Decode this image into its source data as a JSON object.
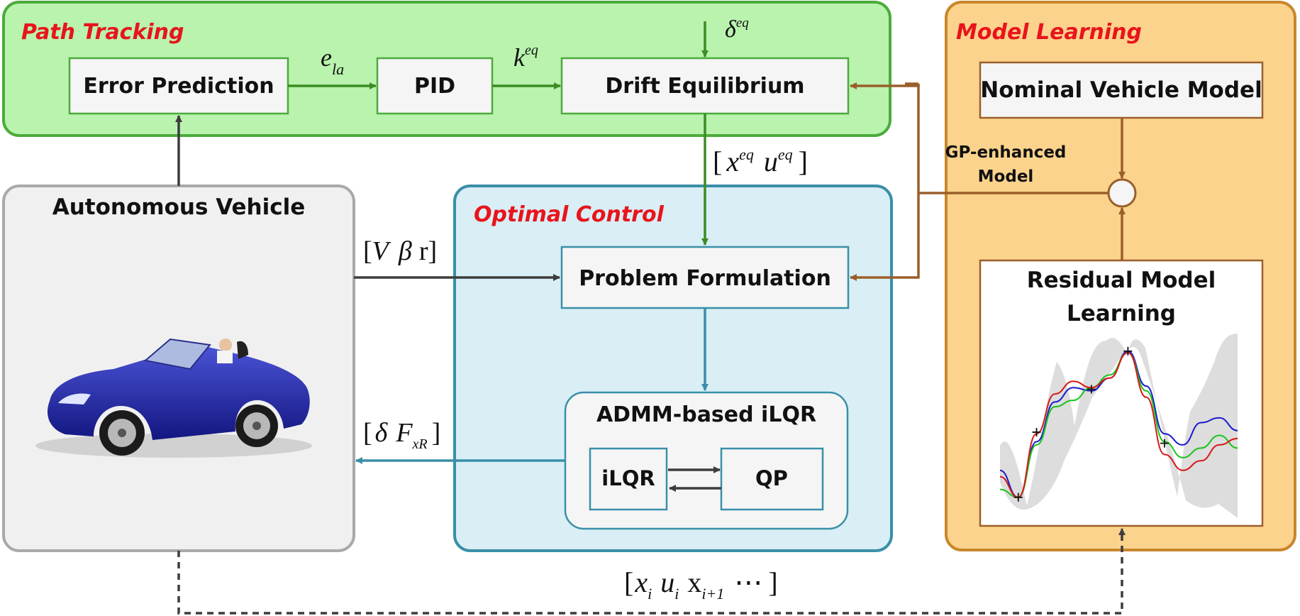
{
  "path_tracking": {
    "title": "Path Tracking",
    "error_prediction": "Error Prediction",
    "pid": "PID",
    "drift_equilibrium": "Drift Equilibrium",
    "label_e": "e",
    "label_e_sub": "la",
    "label_k": "k",
    "label_k_sup": "eq",
    "label_delta": "δ",
    "label_delta_sup": "eq"
  },
  "optimal_control": {
    "title": "Optimal Control",
    "problem_formulation": "Problem Formulation",
    "admm_ilqr": "ADMM-based iLQR",
    "ilqr": "iLQR",
    "qp": "QP"
  },
  "model_learning": {
    "title": "Model Learning",
    "nominal_model": "Nominal Vehicle Model",
    "residual_line1": "Residual Model",
    "residual_line2": "Learning",
    "gp_line1": "GP-enhanced",
    "gp_line2": "Model"
  },
  "vehicle": {
    "title": "Autonomous Vehicle"
  },
  "signals": {
    "eq_state": {
      "open": "[",
      "x": "x",
      "x_sup": "eq",
      "u": "u",
      "u_sup": "eq",
      "close": "]"
    },
    "vehicle_state": {
      "open": "[",
      "V": "V",
      "beta": "β",
      "r": "r",
      "close": "]"
    },
    "control": {
      "open": "[",
      "delta": "δ",
      "F": "F",
      "F_sub": "xR",
      "close": "]"
    },
    "data": {
      "open": "[",
      "x": "x",
      "x_sub": "i",
      "u": "u",
      "u_sub": "i",
      "x2": "x",
      "x2_sub": "i+1",
      "dots": "⋯",
      "close": "]"
    }
  },
  "colors": {
    "path_fill": "#b9f3ae",
    "path_border": "#4cab3c",
    "oc_fill": "#d9eef5",
    "oc_border": "#3a8fa8",
    "ml_fill": "#fcd38c",
    "ml_border": "#c9862c",
    "vehicle_fill": "#f0f0f0",
    "vehicle_border": "#a9a9a9",
    "title_red": "#e8141c",
    "arrow_green": "#3b8d24",
    "arrow_teal": "#3a8fa8",
    "arrow_brown": "#9b5f2a",
    "arrow_dark": "#3d3d3d",
    "car_body": "#1c1f9e"
  },
  "icons": {
    "car": "convertible-car-illustration",
    "sum": "summing-junction-circle",
    "gp_plot": "gaussian-process-regression-plot"
  },
  "chart_data": {
    "type": "line",
    "title": "",
    "xlabel": "",
    "ylabel": "",
    "grid": false,
    "series": [
      {
        "color": "#1a1ad0",
        "values": [
          0.22,
          0.05,
          0.4,
          0.65,
          0.74,
          0.72,
          0.8,
          0.97,
          0.75,
          0.45,
          0.38,
          0.52,
          0.55,
          0.47
        ]
      },
      {
        "color": "#18c418",
        "values": [
          0.1,
          0.05,
          0.38,
          0.62,
          0.66,
          0.74,
          0.82,
          0.96,
          0.72,
          0.4,
          0.3,
          0.36,
          0.44,
          0.36
        ]
      },
      {
        "color": "#d81818",
        "values": [
          0.18,
          0.05,
          0.45,
          0.7,
          0.78,
          0.74,
          0.8,
          0.96,
          0.68,
          0.32,
          0.22,
          0.28,
          0.38,
          0.42
        ]
      }
    ],
    "observations": [
      {
        "x": 1,
        "y": 0.05
      },
      {
        "x": 2,
        "y": 0.46
      },
      {
        "x": 5,
        "y": 0.73
      },
      {
        "x": 7,
        "y": 0.97
      },
      {
        "x": 9,
        "y": 0.39
      }
    ]
  }
}
